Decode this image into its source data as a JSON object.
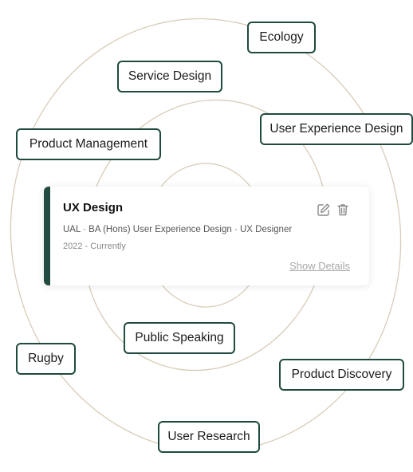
{
  "skills": [
    {
      "label": "Ecology"
    },
    {
      "label": "Service Design"
    },
    {
      "label": "User Experience Design"
    },
    {
      "label": "Product Management"
    },
    {
      "label": "Public Speaking"
    },
    {
      "label": "Rugby"
    },
    {
      "label": "Product Discovery"
    },
    {
      "label": "User Research"
    }
  ],
  "card": {
    "title": "UX Design",
    "details": "UAL · BA (Hons) User Experience Design · UX Designer",
    "period": "2022 - Currently",
    "show_details": "Show Details"
  },
  "icons": {
    "edit": "pencil-edit-icon",
    "delete": "trash-icon"
  },
  "colors": {
    "accent": "#244b42",
    "chip_border": "#1f4a40",
    "orbit_line": "#d9cbb8"
  }
}
